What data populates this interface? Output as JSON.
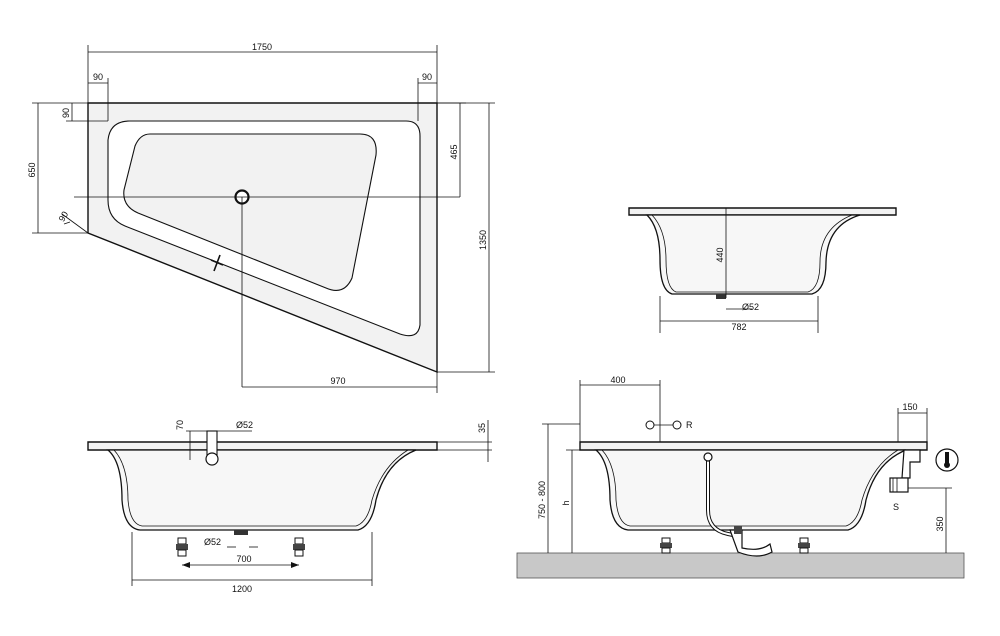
{
  "top_view": {
    "width_total": "1750",
    "margin_left": "90",
    "margin_right": "90",
    "margin_top": "90",
    "height_left": "650",
    "diag_margin": "90",
    "drain_offset": "465",
    "height_right": "1350",
    "drain_from_right": "970"
  },
  "front_view": {
    "rim_thickness": "35",
    "overflow_height": "70",
    "overflow_diameter": "Ø52",
    "drain_diameter": "Ø52",
    "feet_spacing": "700",
    "bottom_length": "1200"
  },
  "side_view": {
    "depth": "440",
    "drain_diameter": "Ø52",
    "bottom_width": "782"
  },
  "install_view": {
    "dim_400": "400",
    "label_r": "R",
    "dim_150": "150",
    "label_s": "S",
    "height_range": "750 - 800",
    "label_h": "h",
    "dim_350": "350"
  },
  "colors": {
    "line": "#111111",
    "floor": "#c8c8c8",
    "tub_fill": "#f2f2f2"
  }
}
